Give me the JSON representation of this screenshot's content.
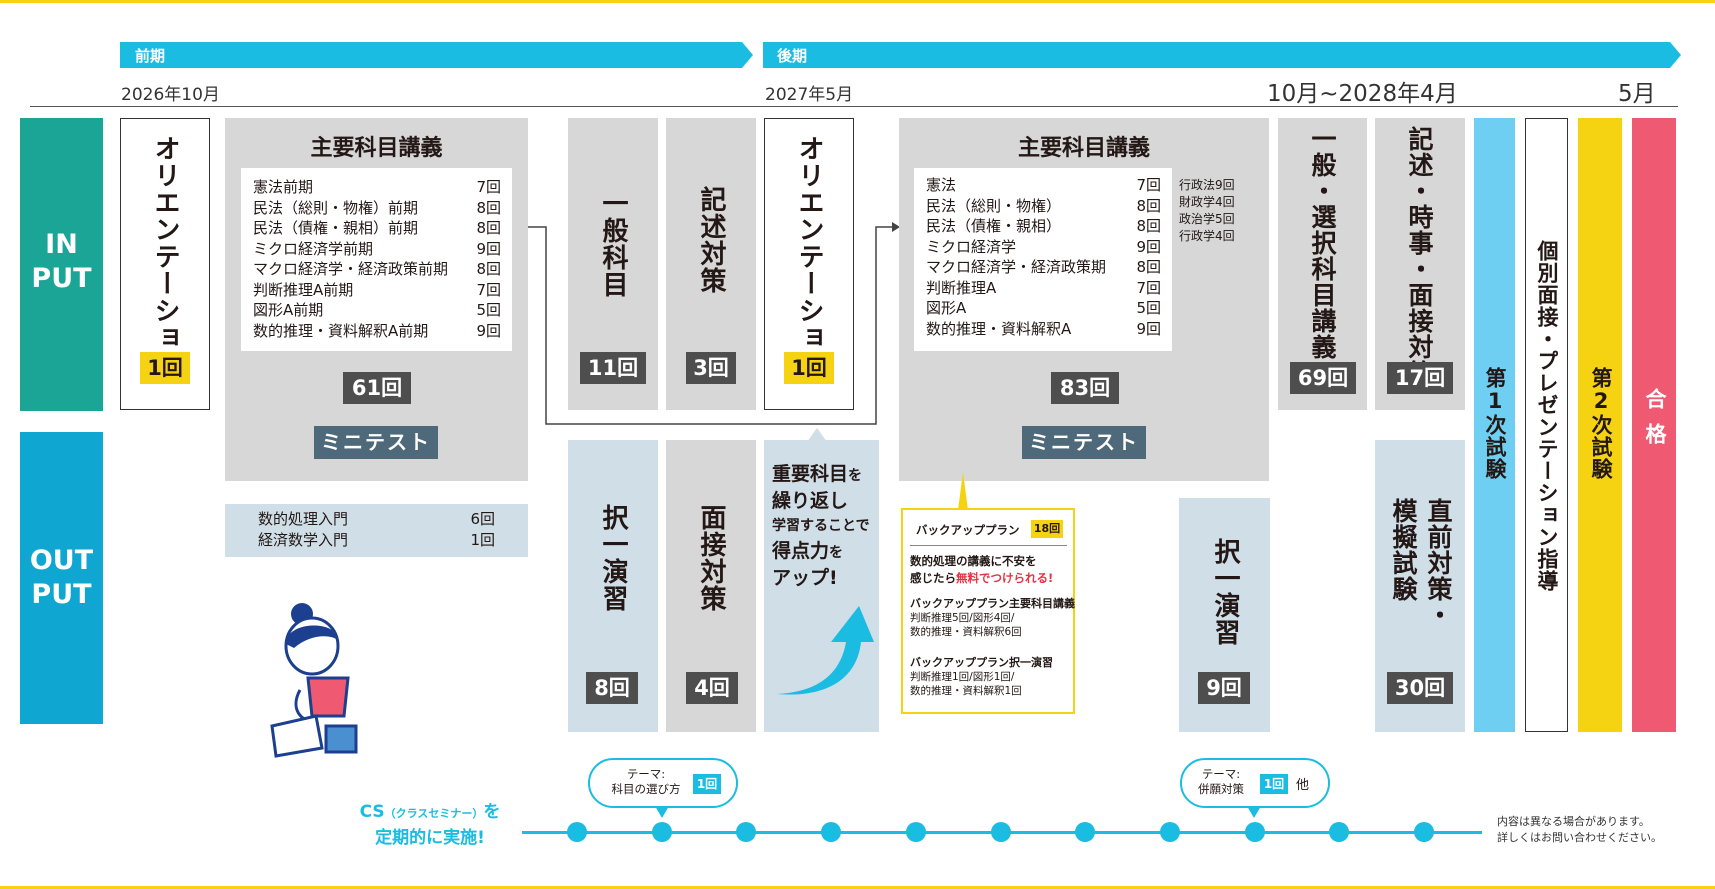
{
  "periods": {
    "first": "前期",
    "second": "後期"
  },
  "dates": {
    "d1": "2026年10月",
    "d2": "2027年5月",
    "d3": "10月~2028年4月",
    "d4": "5月"
  },
  "side": {
    "input_top": "IN",
    "input_bottom": "PUT",
    "output_top": "OUT",
    "output_bottom": "PUT"
  },
  "orientation1": {
    "label": "オリエンテーション",
    "count": "1回"
  },
  "main1": {
    "title": "主要科目講義",
    "courses": [
      {
        "name": "憲法前期",
        "count": "7回"
      },
      {
        "name": "民法（総則・物権）前期",
        "count": "8回"
      },
      {
        "name": "民法（債権・親相）前期",
        "count": "8回"
      },
      {
        "name": "ミクロ経済学前期",
        "count": "9回"
      },
      {
        "name": "マクロ経済学・経済政策前期",
        "count": "8回"
      },
      {
        "name": "判断推理A前期",
        "count": "7回"
      },
      {
        "name": "図形A前期",
        "count": "5回"
      },
      {
        "name": "数的推理・資料解釈A前期",
        "count": "9回"
      }
    ],
    "total": "61回",
    "mini": "ミニテスト"
  },
  "intro": [
    {
      "name": "数的処理入門",
      "count": "6回"
    },
    {
      "name": "経済数学入門",
      "count": "1回"
    }
  ],
  "general": {
    "label": "一般科目",
    "count": "11回"
  },
  "essay": {
    "label": "記述対策",
    "count": "3回"
  },
  "orientation2": {
    "label": "オリエンテーション",
    "count": "1回"
  },
  "main2": {
    "title": "主要科目講義",
    "courses": [
      {
        "name": "憲法",
        "count": "7回"
      },
      {
        "name": "民法（総則・物権）",
        "count": "8回"
      },
      {
        "name": "民法（債権・親相）",
        "count": "8回"
      },
      {
        "name": "ミクロ経済学",
        "count": "9回"
      },
      {
        "name": "マクロ経済学・経済政策期",
        "count": "8回"
      },
      {
        "name": "判断推理A",
        "count": "7回"
      },
      {
        "name": "図形A",
        "count": "5回"
      },
      {
        "name": "数的推理・資料解釈A",
        "count": "9回"
      }
    ],
    "extra": [
      {
        "name": "行政法",
        "count": "9回"
      },
      {
        "name": "財政学",
        "count": "4回"
      },
      {
        "name": "政治学",
        "count": "5回"
      },
      {
        "name": "行政学",
        "count": "4回"
      }
    ],
    "total": "83回",
    "mini": "ミニテスト"
  },
  "elective": {
    "label": "一般・選択科目講義",
    "count": "69回"
  },
  "essay2": {
    "label": "記述・時事・面接対策",
    "count": "17回"
  },
  "drill1": {
    "label": "択一演習",
    "count": "8回"
  },
  "interview": {
    "label": "面接対策",
    "count": "4回"
  },
  "repeat": {
    "l1": "重要科目",
    "l1s": "を",
    "l2": "繰り返し",
    "l3": "学習することで",
    "l4": "得点力",
    "l4s": "を",
    "l5": "アップ!"
  },
  "backup": {
    "title": "バックアッププラン",
    "badge": "18回",
    "desc1": "数的処理の講義に不安を",
    "desc2a": "感じたら",
    "desc2b": "無料でつけられる!",
    "sec1": "バックアッププラン主要科目講義",
    "sec1a": "判断推理5回/図形4回/",
    "sec1b": "数的推理・資料解釈6回",
    "sec2": "バックアッププラン択一演習",
    "sec2a": "判断推理1回/図形1回/",
    "sec2b": "数的推理・資料解釈1回"
  },
  "drill2": {
    "label": "択一演習",
    "count": "9回"
  },
  "mock": {
    "col1": "直前対策・",
    "col2": "模擬試験",
    "count": "30回"
  },
  "exam1": {
    "label": "第1次試験"
  },
  "presentation": {
    "label": "個別面接・プレゼンテーション指導"
  },
  "exam2": {
    "label": "第2次試験"
  },
  "pass": {
    "label": "合格"
  },
  "cs": {
    "l1a": "CS",
    "l1b": "（クラスセミナー）",
    "l1c": "を",
    "l2": "定期的に実施!"
  },
  "theme1": {
    "t": "テーマ:",
    "s": "科目の選び方",
    "c": "1回"
  },
  "theme2": {
    "t": "テーマ:",
    "s": "併願対策",
    "c": "1回",
    "other": "他"
  },
  "note": {
    "l1": "内容は異なる場合があります。",
    "l2": "詳しくはお問い合わせください。"
  },
  "colors": {
    "teal": "#1ba596",
    "cyan": "#1bbce2",
    "blue": "#0fa6d1",
    "lightblue": "#6fcff2",
    "yellow": "#f5d312",
    "red": "#ef5a72",
    "gray": "#d7d7d7",
    "lightgray": "#cfdee7",
    "dark": "#4e4e4e"
  }
}
